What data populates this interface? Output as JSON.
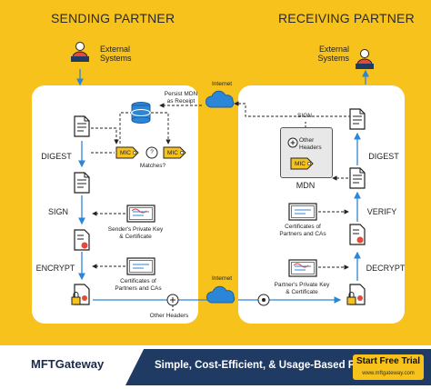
{
  "headers": {
    "sending": "SENDING PARTNER",
    "receiving": "RECEIVING PARTNER"
  },
  "external": {
    "left": "External\nSystems",
    "right": "External\nSystems"
  },
  "internet": {
    "top": "Internet",
    "bottom": "Internet"
  },
  "left_steps": {
    "digest": "DIGEST",
    "sign": "SIGN",
    "encrypt": "ENCRYPT"
  },
  "right_steps": {
    "sign": "SIGN",
    "digest": "DIGEST",
    "verify": "VERIFY",
    "decrypt": "DECRYPT",
    "mdn": "MDN"
  },
  "labels": {
    "persist_mdn": "Persist MDN\nas Receipt",
    "matches": "Matches?",
    "senders_key": "Sender's Private Key\n& Certificate",
    "left_certs": "Certificates of\nPartners and CAs",
    "other_headers_left": "Other Headers",
    "other_headers_right": "Other\nHeaders",
    "right_certs": "Certificates of\nPartners and CAs",
    "partners_key": "Partner's Private Key\n& Certificate",
    "mic": "MIC",
    "question": "?"
  },
  "footer": {
    "brand": "MFTGateway",
    "tagline": "Simple, Cost-Efficient, & Usage-Based Plan",
    "cta": "Start Free Trial",
    "url": "www.mftgateway.com"
  },
  "colors": {
    "background": "#F7C21B",
    "navy": "#1f3a63",
    "accent_blue": "#2c86d8",
    "panel": "#ffffff"
  }
}
